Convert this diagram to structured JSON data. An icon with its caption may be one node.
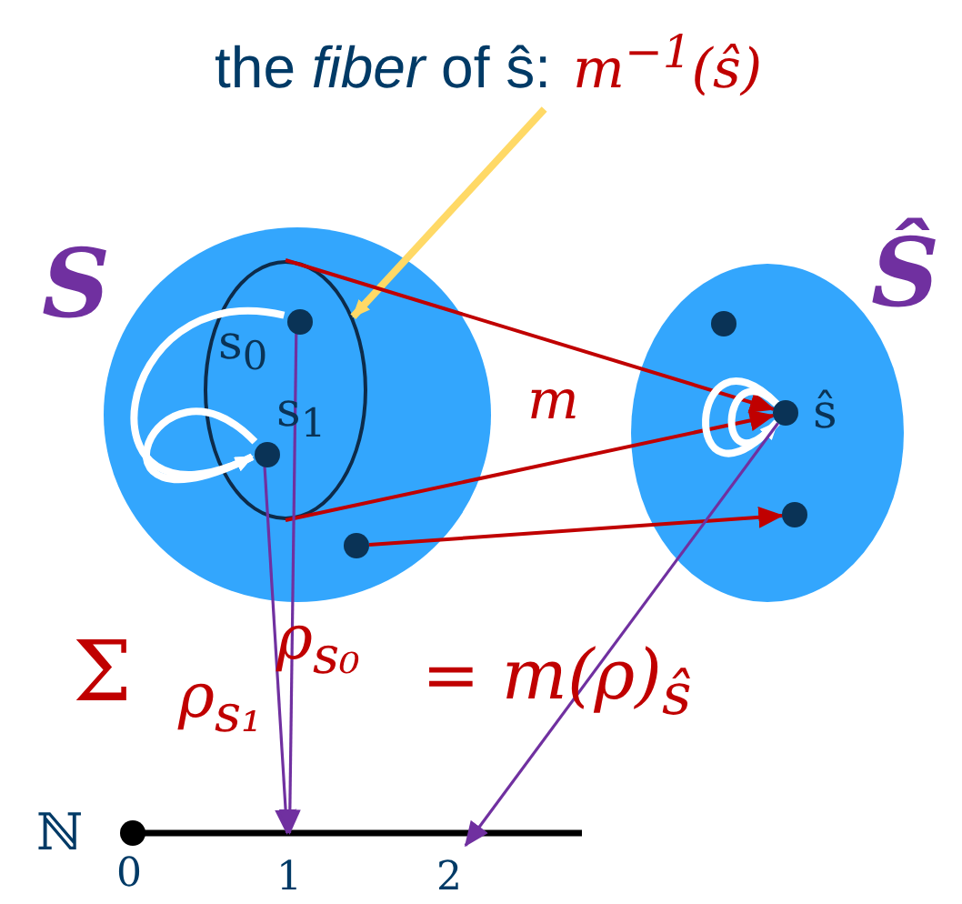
{
  "diagram": {
    "nodes": [
      {
        "text": [
          "the *fiber* of ŝ:",
          "*m*$^{−1}$(ŝ)"
        ]
      },
      {
        "text": [
          "S"
        ]
      },
      {
        "text": [],
        "shape": "ellipse",
        "in": 1
      },
      {
        "text": [],
        "shape": "circle",
        "in": 2,
        "beside": [
          "s$_{0}$"
        ]
      },
      {
        "text": [],
        "shape": "circle",
        "in": 2,
        "beside": [
          "s$_{1}$"
        ]
      },
      {
        "text": [],
        "shape": "circle",
        "in": 1
      },
      {
        "text": [
          "Ŝ"
        ]
      },
      {
        "text": [],
        "shape": "circle",
        "in": 6
      },
      {
        "text": [],
        "shape": "circle",
        "in": 6,
        "beside": [
          "ŝ"
        ]
      },
      {
        "text": [],
        "shape": "circle",
        "in": 6
      },
      {
        "text": [
          "1"
        ]
      },
      {
        "text": [
          "2"
        ]
      }
    ],
    "edges": [
      {
        "from": 0,
        "to": 2,
        "arrow": "to",
        "style": "thick",
        "color": "#ffd966"
      },
      {
        "from": 2,
        "to": 8,
        "arrow": "to",
        "color": "#c00000"
      },
      {
        "from": 2,
        "to": 8,
        "arrow": "to",
        "color": "#c00000"
      },
      {
        "from": 5,
        "to": 9,
        "arrow": "to",
        "color": "#c00000"
      },
      {
        "from": 3,
        "to": 4,
        "arrow": "to",
        "style": "thick",
        "color": "#ffffff"
      },
      {
        "from": 4,
        "to": 4,
        "arrow": "to",
        "style": "thick",
        "color": "#ffffff"
      },
      {
        "from": 8,
        "to": 8,
        "arrow": "to",
        "style": "thick",
        "color": "#ffffff"
      },
      {
        "from": 8,
        "to": 8,
        "arrow": "to",
        "style": "thick",
        "color": "#ffffff"
      },
      {
        "from": 4,
        "to": 10,
        "arrow": "to",
        "color": "#7030a0"
      },
      {
        "from": 3,
        "to": 10,
        "arrow": "to",
        "color": "#7030a0"
      },
      {
        "from": 8,
        "to": 11,
        "arrow": "to",
        "color": "#7030a0"
      }
    ],
    "labels": [
      "m",
      "ρ$_{s₀}$",
      "Σ",
      "ρ$_{s₁}$",
      "= m(ρ)$_{ŝ}$",
      "ℕ",
      "0"
    ]
  }
}
